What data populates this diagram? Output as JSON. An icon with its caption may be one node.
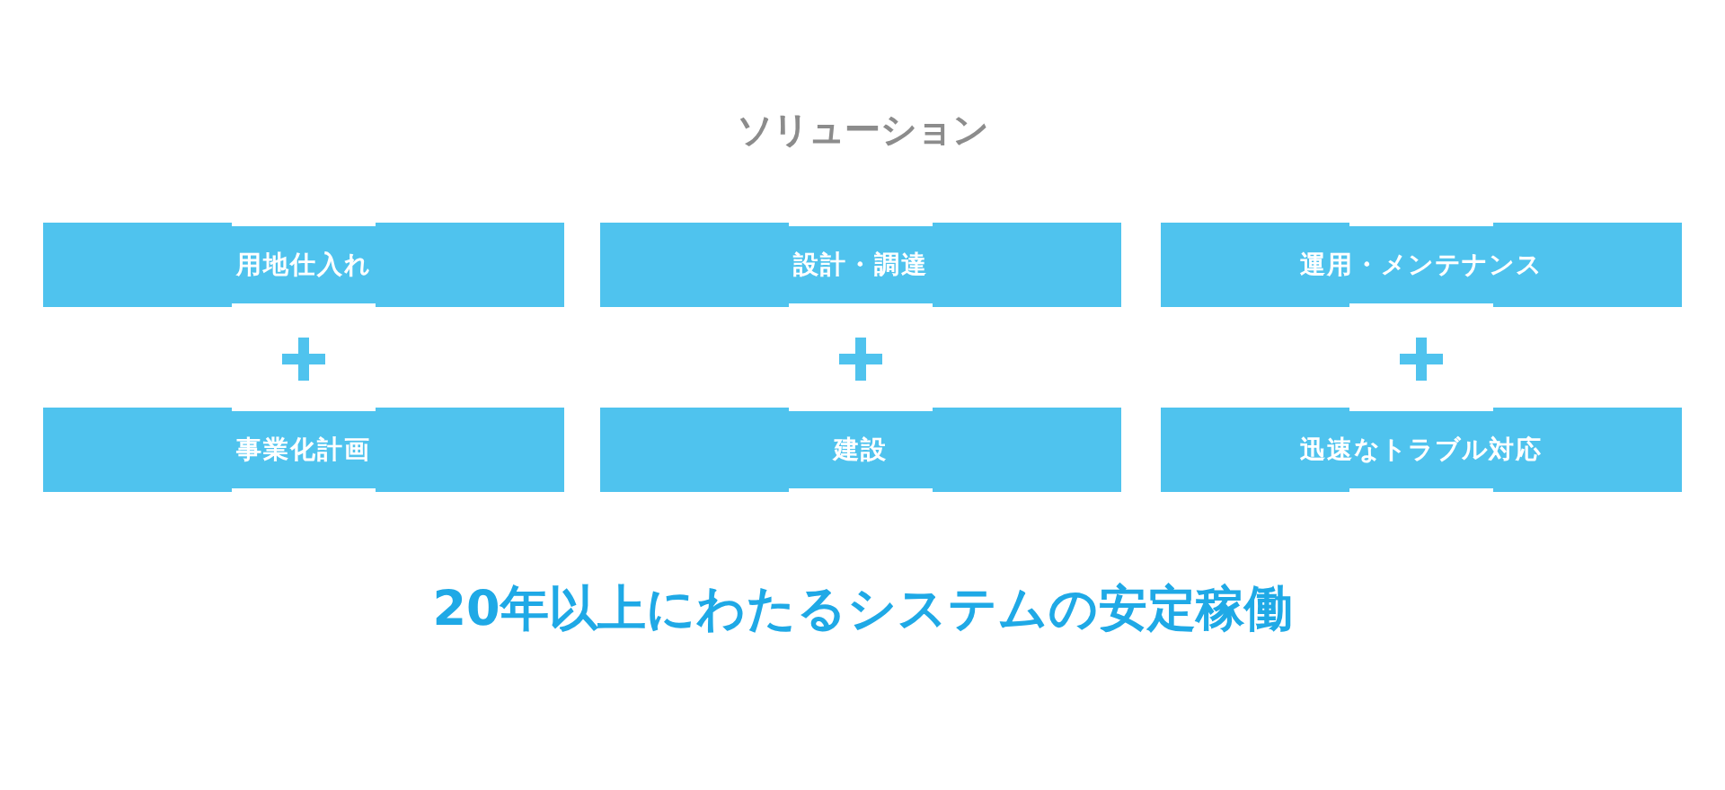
{
  "diagram": {
    "title": "ソリューション",
    "nodes": [
      {
        "text": [
          "用地仕入れ"
        ]
      },
      {
        "text": [
          "設計・調達"
        ]
      },
      {
        "text": [
          "運用・メンテナンス"
        ]
      },
      {
        "text": [
          "事業化計画"
        ]
      },
      {
        "text": [
          "建設"
        ]
      },
      {
        "text": [
          "迅速なトラブル対応"
        ]
      }
    ],
    "labels": [
      "20年以上にわたるシステムの安定稼働"
    ]
  }
}
